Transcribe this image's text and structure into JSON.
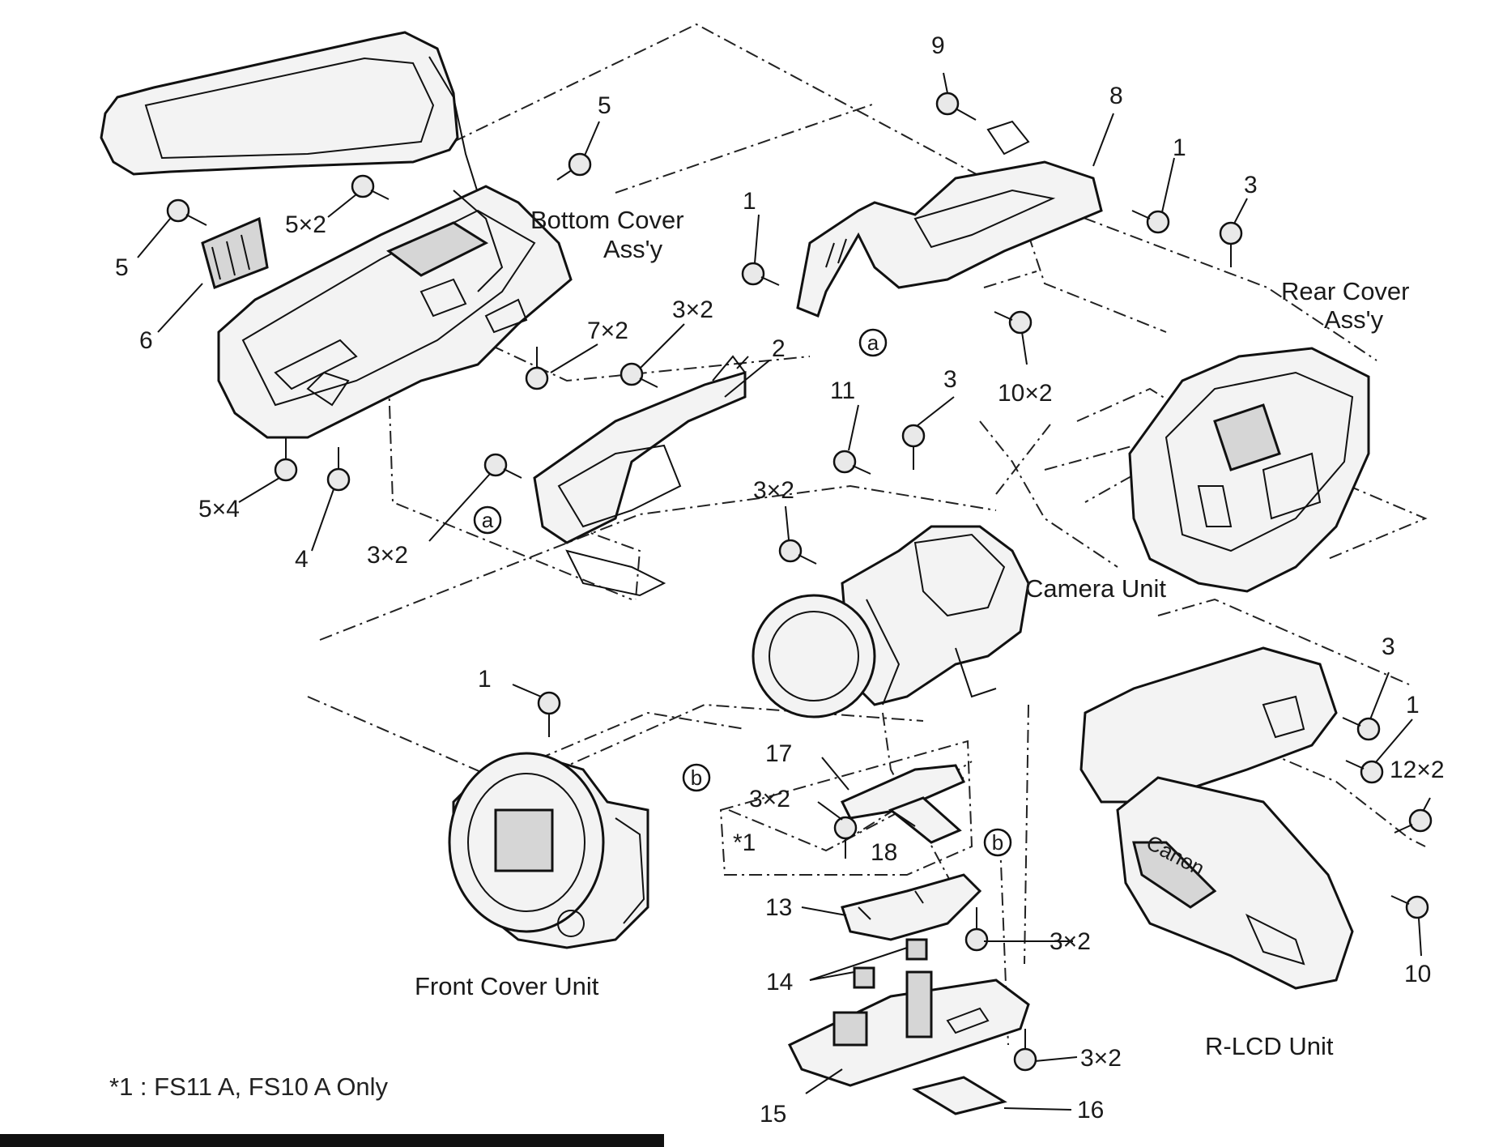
{
  "assemblies": {
    "bottom_cover_line1": "Bottom Cover",
    "bottom_cover_line2": "Ass'y",
    "rear_cover_line1": "Rear Cover",
    "rear_cover_line2": "Ass'y",
    "camera_unit": "Camera Unit",
    "front_cover_unit": "Front Cover Unit",
    "r_lcd_unit": "R-LCD Unit"
  },
  "part_numbers": {
    "p1_top": "1",
    "p1_right": "1",
    "p1_front": "1",
    "p1_lcd": "1",
    "p2": "2",
    "p3_top": "3",
    "p3_mid": "3",
    "p3_lcd": "3",
    "p4": "4",
    "p5_left": "5",
    "p5_top": "5",
    "p5x2": "5×2",
    "p5x4": "5×4",
    "p6": "6",
    "p7x2": "7×2",
    "p8": "8",
    "p9": "9",
    "p10": "10",
    "p10x2": "10×2",
    "p11": "11",
    "p12x2": "12×2",
    "p13": "13",
    "p14": "14",
    "p15": "15",
    "p16": "16",
    "p17": "17",
    "p18": "18",
    "p3x2_a": "3×2",
    "p3x2_b": "3×2",
    "p3x2_c": "3×2",
    "p3x2_d": "3×2",
    "p3x2_e": "3×2",
    "p3x2_f": "3×2",
    "star1": "*1"
  },
  "ref_marks": {
    "a1": "a",
    "a2": "a",
    "b1": "b",
    "b2": "b"
  },
  "brand_text": "Canon",
  "footnote": "*1 : FS11 A, FS10 A Only",
  "colors": {
    "line": "#111111",
    "paper": "#ffffff",
    "fill": "#f3f3f3"
  }
}
